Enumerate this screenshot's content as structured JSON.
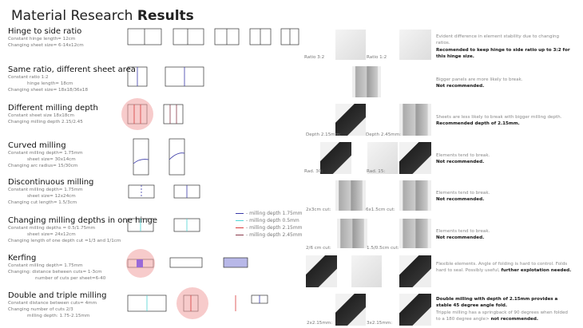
{
  "title": {
    "regular": "Material Research",
    "bold": "Results"
  },
  "sections": [
    {
      "heading": "Hinge to side ratio",
      "lines": [
        "Constant hinge length= 12cm",
        "Changing sheet size= 6-14x12cm"
      ]
    },
    {
      "heading": "Same ratio, different sheet area",
      "lines": [
        "Constant ratio 1:2",
        "hinge length= 18cm",
        "Changing sheet size= 18x18/36x18"
      ]
    },
    {
      "heading": "Different milling depth",
      "lines": [
        "Constant sheet size 18x18cm",
        "Changing milling depth 2.15/2.45"
      ]
    },
    {
      "heading": "Curved milling",
      "lines": [
        "Constant milling depth= 1.75mm",
        "sheet size= 30x14cm",
        "Changing arc radius= 15/30cm"
      ]
    },
    {
      "heading": "Discontinuous milling",
      "lines": [
        "Constant milling depth= 1.75mm",
        "sheet size= 12x24cm",
        "Changing cut length= 1.5/3cm"
      ]
    },
    {
      "heading": "Changing milling depths in one hinge",
      "lines": [
        "Constant milling depths = 0.5/1.75mm",
        "sheet size= 24x12cm",
        "Changing length of one depth cut =1/3 and 1/1cm"
      ]
    },
    {
      "heading": "Kerfing",
      "lines": [
        "Constant milling depth= 1.75mm",
        "Changing: distance between cuts= 1-3cm",
        "number of cuts per sheet=6-40"
      ]
    },
    {
      "heading": "Double and triple milling",
      "lines": [
        "Constant distance between cuts= 4mm",
        "Changing number of cuts 2/3",
        "milling depth: 1.75-2.15mm"
      ]
    }
  ],
  "legend": [
    {
      "label": "- milling depth 1.75mm",
      "color": "#3a3aa8"
    },
    {
      "label": "- milling depth 0.5mm",
      "color": "#4fd6d6"
    },
    {
      "label": "- milling depth 2.15mm",
      "color": "#d83a3a"
    },
    {
      "label": "- milling depth 2.45mm",
      "color": "#8a3a4a"
    }
  ],
  "photo_labels": {
    "ratio32": "Ratio 3:2",
    "ratio12": "Ratio 1:2",
    "depth215": "Depth 2.15mm:",
    "depth245": "Depth 2.45mm:",
    "rad30": "Rad. 30:",
    "rad15": "Rad. 15:",
    "cut2x3": "2x3cm cut:",
    "cut6x15": "6x1.5cm cut:",
    "cut26": "2/6 cm cut:",
    "cut1505": "1.5/0.5cm cut:",
    "m2x": "2x2.15mm:",
    "m3x": "3x2.15mm:"
  },
  "results": [
    {
      "text": "Evident difference in element stability due to changing ratios.",
      "bold": "Recomended to keep hinge to side ratio up to 3:2 for this hinge size."
    },
    {
      "text": "Bigger panels are more likely to break.",
      "bold": "Not recommended."
    },
    {
      "text": "Sheets are less likely to break with bigger milling depth.",
      "bold": "Recommended depth of 2.15mm."
    },
    {
      "text": "Elements tend to break.",
      "bold": "Not recommended."
    },
    {
      "text": "Elements tend to break.",
      "bold": "Not recommended."
    },
    {
      "text": "Elements tend to break.",
      "bold": "Not recommended."
    },
    {
      "text": "Flexible elements. Angle of folding is hard to control. Folds hard to seal. Possibly useful,",
      "bold": "further explotation needed."
    },
    {
      "bold": "Double milling with depth of 2.15mm provides a stable 45 degree angle fold.",
      "text": "Tripple milling has a springback of 90 degrees when folded to a 180 degree angle>",
      "bold2": "not recommended."
    }
  ]
}
